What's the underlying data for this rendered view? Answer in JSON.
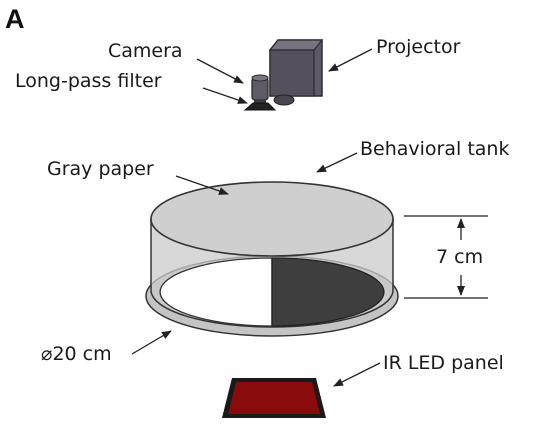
{
  "panel_label": "A",
  "labels": {
    "camera": "Camera",
    "long_pass_filter": "Long-pass filter",
    "projector": "Projector",
    "behavioral_tank": "Behavioral tank",
    "gray_paper": "Gray paper",
    "height": "7 cm",
    "diameter": "⌀20 cm",
    "ir_led_panel": "IR LED panel"
  },
  "colors": {
    "projector": "#5e5a66",
    "tank_wall": "#c8c8c8",
    "gray_paper": "#cfcfcf",
    "floor_dark": "#3e3e3e",
    "ir_panel": "#8a0b0b",
    "ir_frame": "#1a1a1a"
  }
}
